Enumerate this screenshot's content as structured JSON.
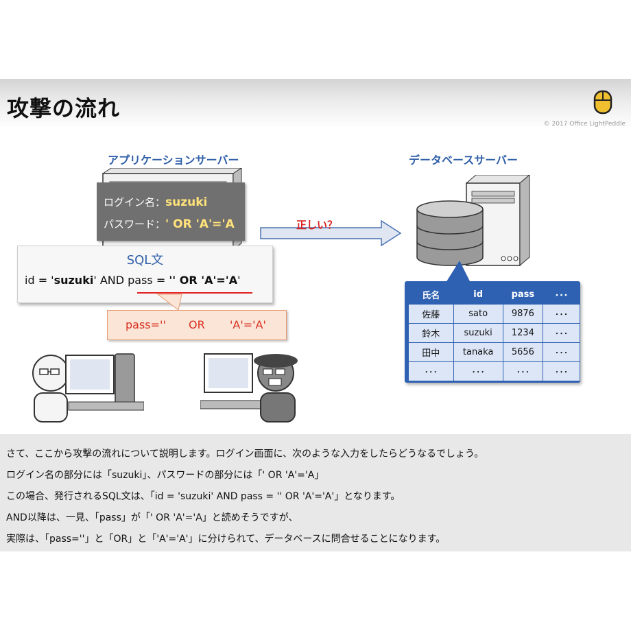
{
  "header": {
    "title": "攻撃の流れ",
    "copyright": "© 2017 Office LightPeddle"
  },
  "app_server": {
    "label": "アプリケーションサーバー",
    "login_label": "ログイン名：",
    "login_value": "suzuki",
    "password_label": "パスワード：",
    "password_value": "' OR 'A'='A"
  },
  "sql": {
    "title": "SQL文",
    "prefix": "id = '",
    "user": "suzuki",
    "middle": "' AND pass = ",
    "injected": "'' OR 'A'='A",
    "suffix": "'"
  },
  "split": {
    "part1": "pass=''",
    "part2": "OR",
    "part3": "'A'='A'"
  },
  "arrow_label": "正しい？",
  "db_server": {
    "label": "データベースサーバー",
    "table": {
      "headers": [
        "氏名",
        "id",
        "pass",
        "･･･"
      ],
      "rows": [
        [
          "佐藤",
          "sato",
          "9876",
          "･･･"
        ],
        [
          "鈴木",
          "suzuki",
          "1234",
          "･･･"
        ],
        [
          "田中",
          "tanaka",
          "5656",
          "･･･"
        ],
        [
          "･･･",
          "･･･",
          "･･･",
          "･･･"
        ]
      ]
    }
  },
  "caption": {
    "lines": [
      "さて、ここから攻撃の流れについて説明します。ログイン画面に、次のような入力をしたらどうなるでしょう。",
      "ログイン名の部分には「suzuki」、パスワードの部分には「' OR 'A'='A」",
      "この場合、発行されるSQL文は、「id = 'suzuki' AND pass = '' OR 'A'='A'」となります。",
      "AND以降は、一見、「pass」が「' OR 'A'='A」と読めそうですが、",
      "実際は、「pass=''」と「OR」と「'A'='A'」に分けられて、データベースに問合せることになります。"
    ]
  },
  "colors": {
    "accent_blue": "#2f5fa8",
    "alert_red": "#d92020",
    "mouse_yellow": "#f0c030"
  }
}
